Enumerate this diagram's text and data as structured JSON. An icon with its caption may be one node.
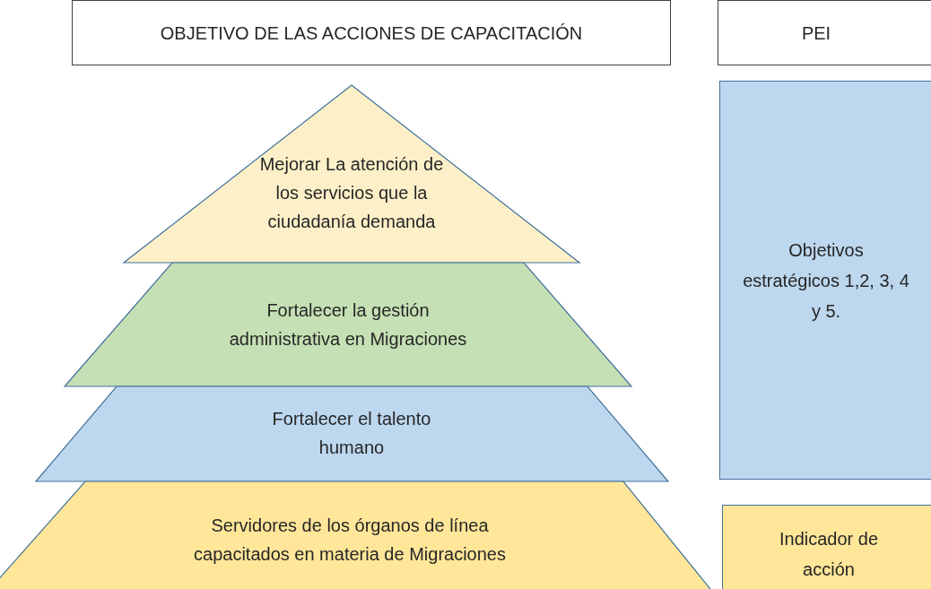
{
  "diagram": {
    "nodes": [
      {
        "text": [
          "OBJETIVO DE LAS ACCIONES DE CAPACITACIÓN"
        ]
      },
      {
        "text": [
          "PEI"
        ]
      },
      {
        "text": [
          "Mejorar La atención de los servicios que la ciudadanía demanda"
        ]
      },
      {
        "text": [
          "Fortalecer la gestión administrativa en Migraciones"
        ]
      },
      {
        "text": [
          "Fortalecer el talento humano"
        ]
      },
      {
        "text": [
          "Servidores de los órganos de línea capacitados en materia de Migraciones"
        ]
      },
      {
        "text": [
          "Objetivos estratégicos 1,2, 3, 4 y 5."
        ]
      },
      {
        "text": [
          "Indicador de acción"
        ]
      }
    ]
  }
}
